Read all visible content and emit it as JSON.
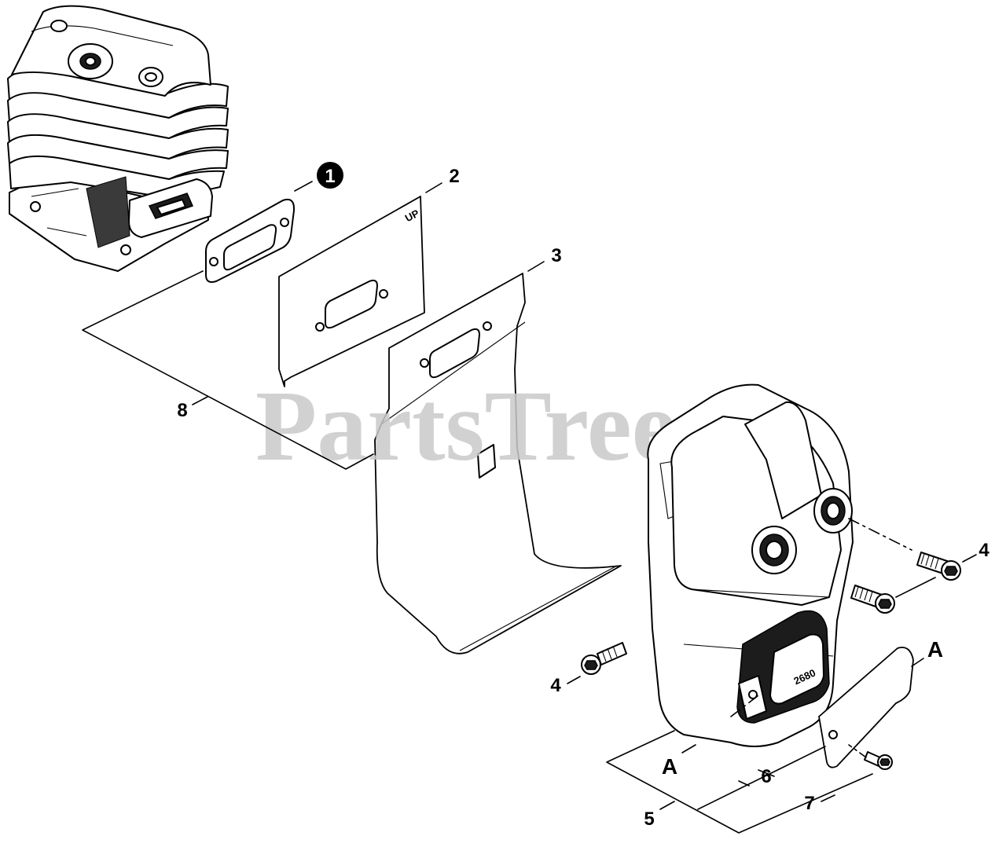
{
  "watermark": "PartsTree",
  "callouts": {
    "c1": "1",
    "c2": "2",
    "c3": "3",
    "c4a": "4",
    "c4b": "4",
    "c5": "5",
    "c6": "6",
    "c7": "7",
    "c8": "8",
    "ref_a_top": "A",
    "ref_a_bottom": "A"
  },
  "gasket_marking": "UP",
  "muffler_marking": "2680",
  "colors": {
    "line": "#000000",
    "watermark": "#c9c9c9",
    "background": "#ffffff"
  }
}
